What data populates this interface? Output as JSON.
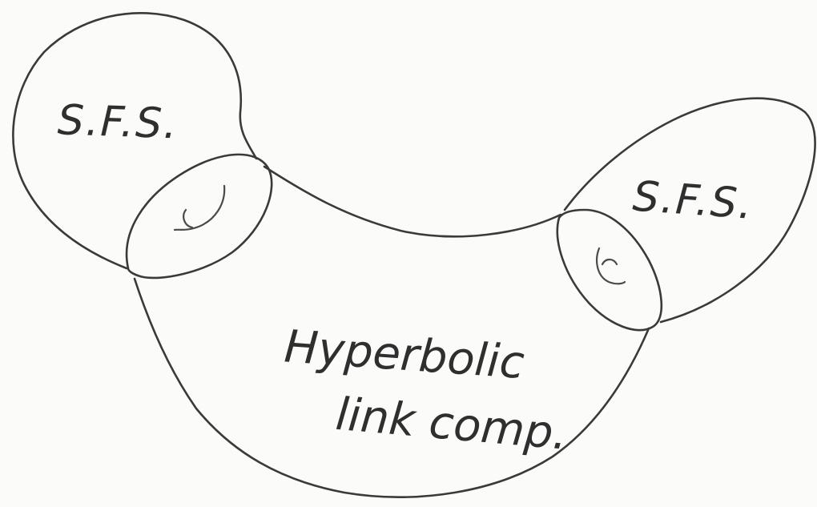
{
  "labels": {
    "left_piece": "S.F.S.",
    "right_piece": "S.F.S.",
    "middle_line1": "Hyperbolic",
    "middle_line2": "link comp."
  },
  "colors": {
    "paper": "#fbfbf9",
    "pencil": "#3a3a3a"
  }
}
